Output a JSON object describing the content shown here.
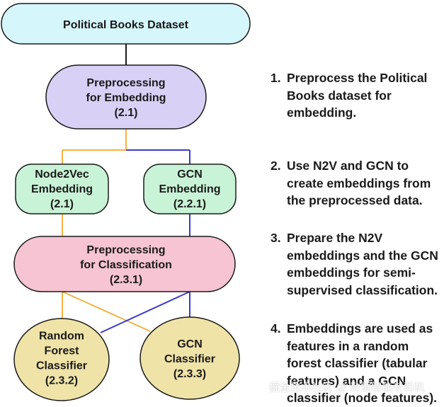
{
  "nodes": {
    "dataset": {
      "lines": [
        "Political Books Dataset"
      ]
    },
    "prep_embed": {
      "lines": [
        "Preprocessing",
        "for Embedding",
        "(2.1)"
      ]
    },
    "n2v": {
      "lines": [
        "Node2Vec",
        "Embedding",
        "(2.1)"
      ]
    },
    "gcn_embed": {
      "lines": [
        "GCN",
        "Embedding",
        "(2.2.1)"
      ]
    },
    "prep_class": {
      "lines": [
        "Preprocessing",
        "for Classification",
        "(2.3.1)"
      ]
    },
    "rf": {
      "lines": [
        "Random",
        "Forest",
        "Classifier",
        "(2.3.2)"
      ]
    },
    "gcn_class": {
      "lines": [
        "GCN",
        "Classifier",
        "(2.3.3)"
      ]
    }
  },
  "steps": [
    {
      "num": "1.",
      "text": "Preprocess the Political Books dataset for embedding."
    },
    {
      "num": "2.",
      "text": "Use N2V and GCN to create embeddings from the preprocessed data."
    },
    {
      "num": "3.",
      "text": "Prepare the N2V embeddings and the GCN embeddings for semi-supervised classification."
    },
    {
      "num": "4.",
      "text": "Embeddings are used as features in a random forest classifier (tabular features) and a GCN classifier (node features)."
    }
  ],
  "watermark": "掘金技术社区 @ 数据智能老司机",
  "colors": {
    "dataset_fill": "#d5f6fb",
    "prep_embed_fill": "#d9d0f6",
    "embedding_fill": "#c9f3d6",
    "prep_class_fill": "#f6c4d2",
    "classifier_fill": "#efe3a8",
    "n2v_line": "#f2b247",
    "gcn_line": "#3b3bc4",
    "outline": "#1a1a1a"
  }
}
